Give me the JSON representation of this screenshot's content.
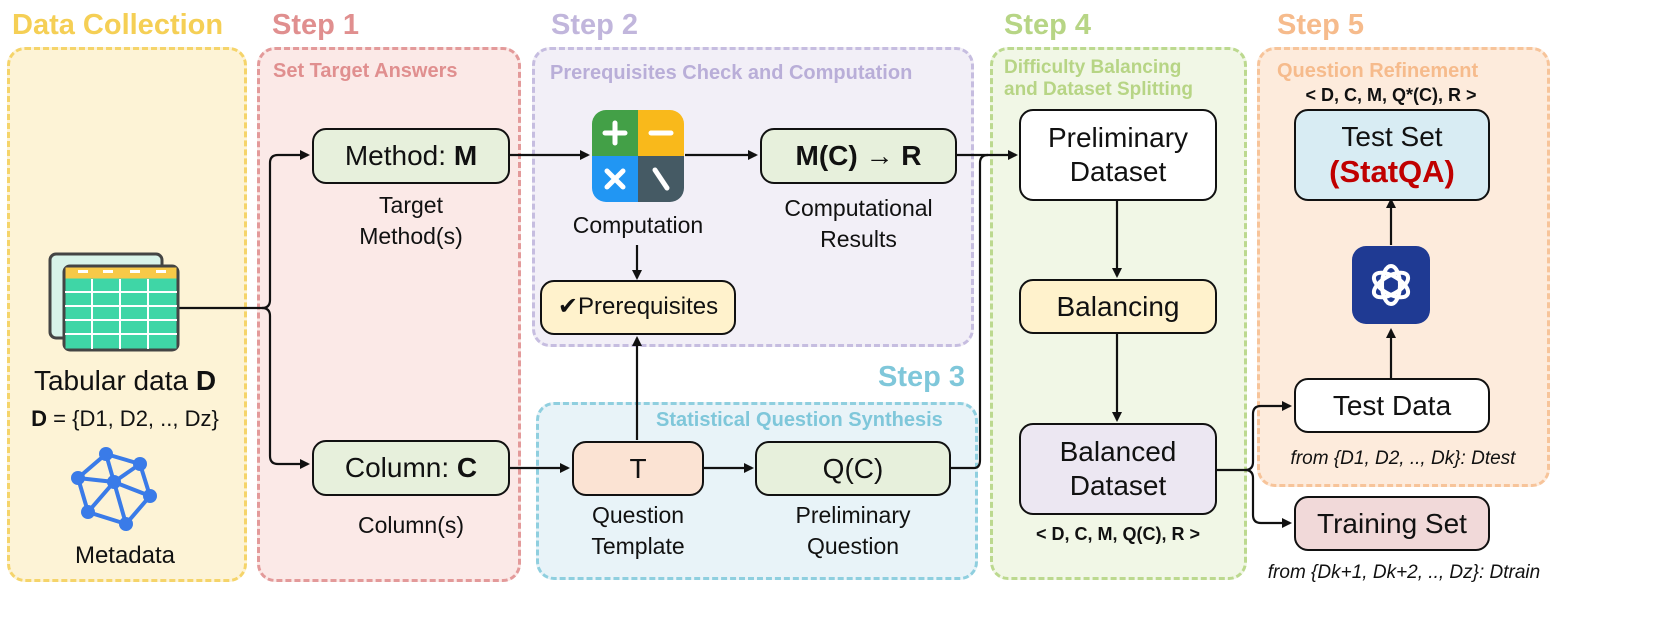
{
  "panels": {
    "data_collection": {
      "title": "Data Collection",
      "color": "#f5d46a",
      "bg": "#fdf2d4"
    },
    "step1": {
      "title": "Step 1",
      "subtitle": "Set Target Answers",
      "color": "#e39a9a",
      "bg": "#fbe8e6"
    },
    "step2": {
      "title": "Step 2",
      "subtitle": "Prerequisites Check and Computation",
      "color": "#c3b8dd",
      "bg": "#f1edf6"
    },
    "step3": {
      "title": "Step 3",
      "subtitle": "Statistical Question Synthesis",
      "color": "#8fcfdf",
      "bg": "#e7f2f8"
    },
    "step4": {
      "title": "Step 4",
      "subtitle_lines": [
        "Difficulty Balancing",
        "and Dataset Splitting"
      ],
      "color": "#bcd98f",
      "bg": "#f0f6e4"
    },
    "step5": {
      "title": "Step 5",
      "subtitle": "Question Refinement",
      "color": "#f7c49a",
      "bg": "#fdeadb"
    }
  },
  "data_collection": {
    "tabular_label": "Tabular data",
    "tabular_symbol": "D",
    "formula_lhs": "D",
    "formula_rest": "= {D1, D2, .., Dz}",
    "metadata_label": "Metadata"
  },
  "step1": {
    "method_box": "Method:",
    "method_symbol": "M",
    "method_caption_lines": [
      "Target",
      "Method(s)"
    ],
    "column_box": "Column:",
    "column_symbol": "C",
    "column_caption": "Column(s)"
  },
  "step2": {
    "computation_caption": "Computation",
    "result_box": "M(C) → R",
    "result_caption_lines": [
      "Computational",
      "Results"
    ],
    "prereq_box": "✔Prerequisites"
  },
  "step3": {
    "template_box": "T",
    "template_caption_lines": [
      "Question",
      "Template"
    ],
    "question_box": "Q(C)",
    "question_caption_lines": [
      "Preliminary",
      "Question"
    ]
  },
  "step4": {
    "preliminary_lines": [
      "Preliminary",
      "Dataset"
    ],
    "balancing": "Balancing",
    "balanced_lines": [
      "Balanced",
      "Dataset"
    ],
    "tuple": "< D, C, M, Q(C), R >"
  },
  "step5": {
    "tuple": "< D, C, M, Q*(C), R >",
    "test_set": "Test Set",
    "statqa": "(StatQA)",
    "test_data": "Test Data",
    "test_from": "from {D1, D2, .., Dk}: Dtest",
    "training_set": "Training Set",
    "train_from": "from {Dk+1, Dk+2, .., Dz}: Dtrain"
  },
  "colors": {
    "box_green": "#e7f0dc",
    "box_yellow": "#fff2cc",
    "box_peach": "#fbe3d3",
    "box_lavender": "#ece7f2",
    "box_blue": "#d8ecf3",
    "box_pink": "#f1d9d9",
    "accent_red": "#c00000",
    "gpt_blue": "#1f3a93"
  }
}
